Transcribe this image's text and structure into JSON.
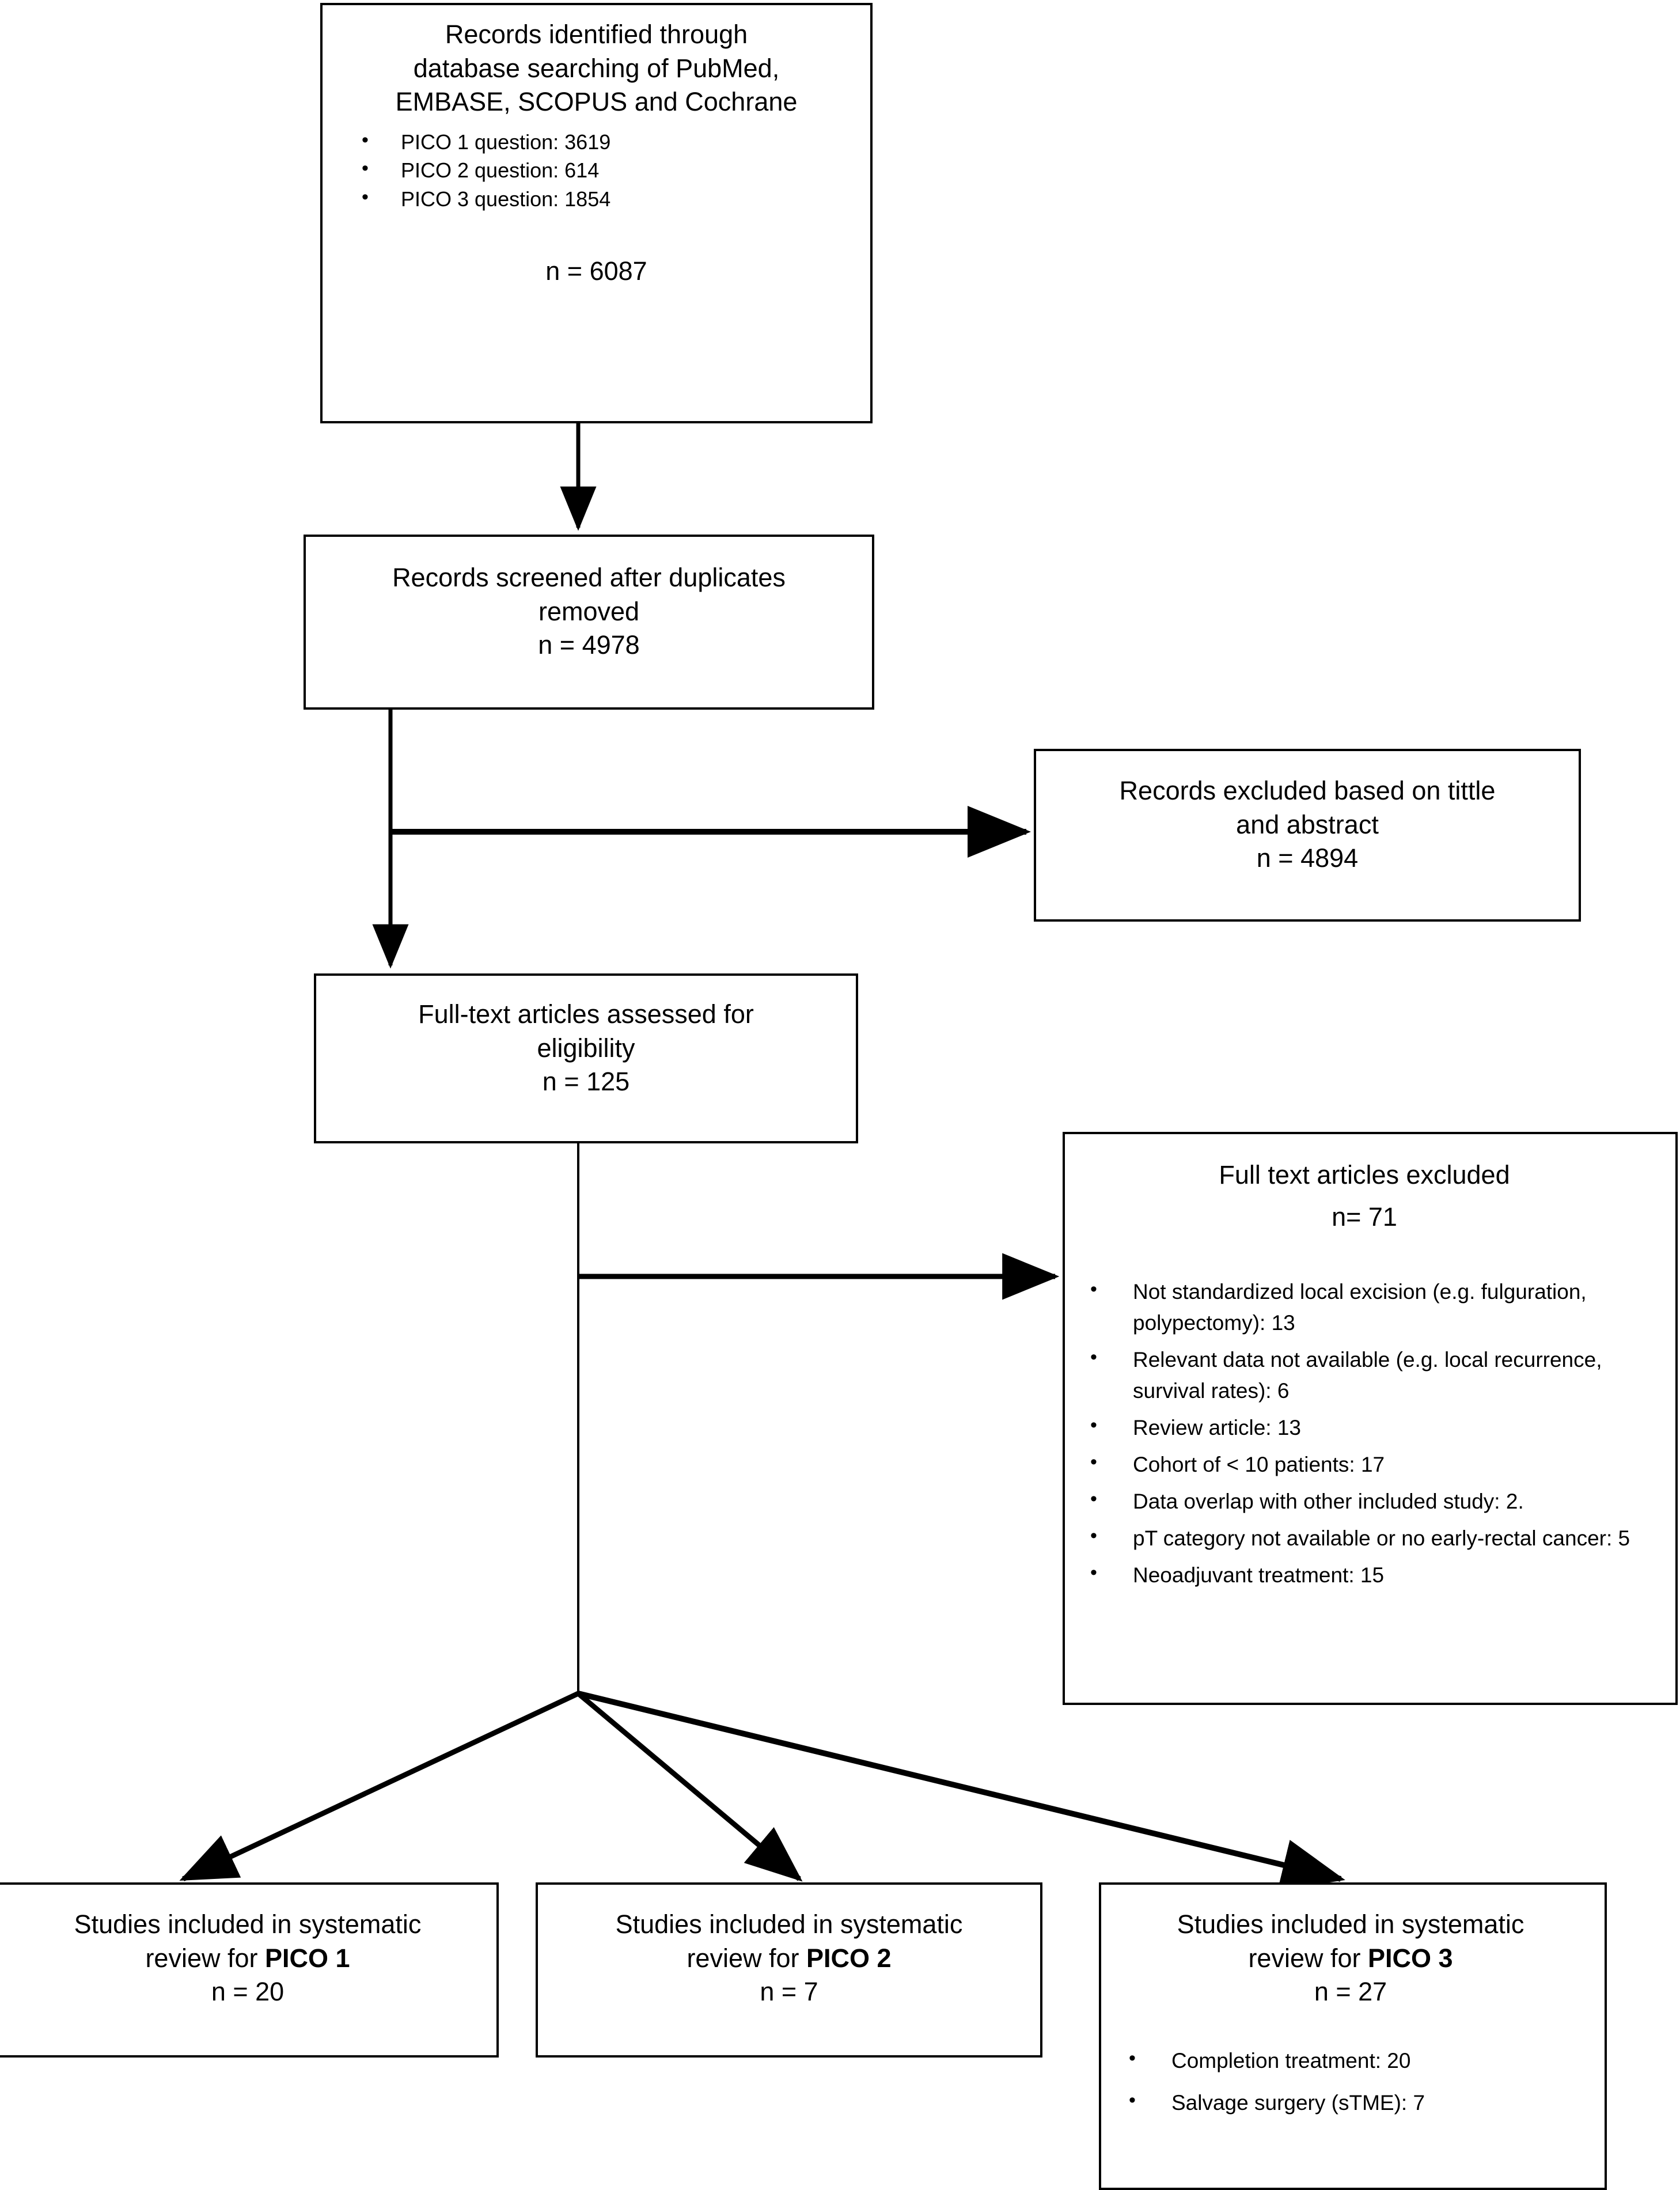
{
  "diagram": {
    "type": "prisma-flow-diagram",
    "identified": {
      "title_lines": [
        "Records identified through",
        "database searching of PubMed,",
        "EMBASE, SCOPUS and Cochrane"
      ],
      "bullets": [
        "PICO 1 question: 3619",
        "PICO 2 question: 614",
        "PICO 3 question: 1854"
      ],
      "count_label": "n = 6087"
    },
    "screened": {
      "title_lines": [
        "Records screened after duplicates",
        "removed"
      ],
      "count_label": "n =   4978"
    },
    "excluded_title_abstract": {
      "title_lines": [
        "Records excluded based on tittle",
        "and abstract"
      ],
      "count_label": "n =   4894"
    },
    "full_text_assessed": {
      "title_lines": [
        "Full-text articles assessed for",
        "eligibility"
      ],
      "count_label": "n = 125"
    },
    "full_text_excluded": {
      "title": "Full text articles excluded",
      "count_label": "n=  71",
      "bullets": [
        "Not standardized local excision (e.g. fulguration, polypectomy): 13",
        "Relevant data not available (e.g. local recurrence, survival rates): 6",
        "Review article: 13",
        "Cohort of < 10 patients: 17",
        "Data overlap with other included study: 2.",
        "pT category not available or no early-rectal cancer: 5",
        "Neoadjuvant treatment: 15"
      ]
    },
    "included": [
      {
        "line1": "Studies included in systematic",
        "line2_prefix": "review for ",
        "line2_bold": "PICO 1",
        "count_label": "n =   20",
        "bullets": []
      },
      {
        "line1": "Studies included in systematic",
        "line2_prefix": "review for ",
        "line2_bold": "PICO 2",
        "count_label": "n =   7",
        "bullets": []
      },
      {
        "line1": "Studies included in systematic",
        "line2_prefix": "review for ",
        "line2_bold": "PICO 3",
        "count_label": "n =   27",
        "bullets": [
          "Completion treatment: 20",
          "Salvage surgery (sTME): 7"
        ]
      }
    ],
    "colors": {
      "stroke": "#000000",
      "background": "#ffffff",
      "text": "#000000"
    }
  }
}
